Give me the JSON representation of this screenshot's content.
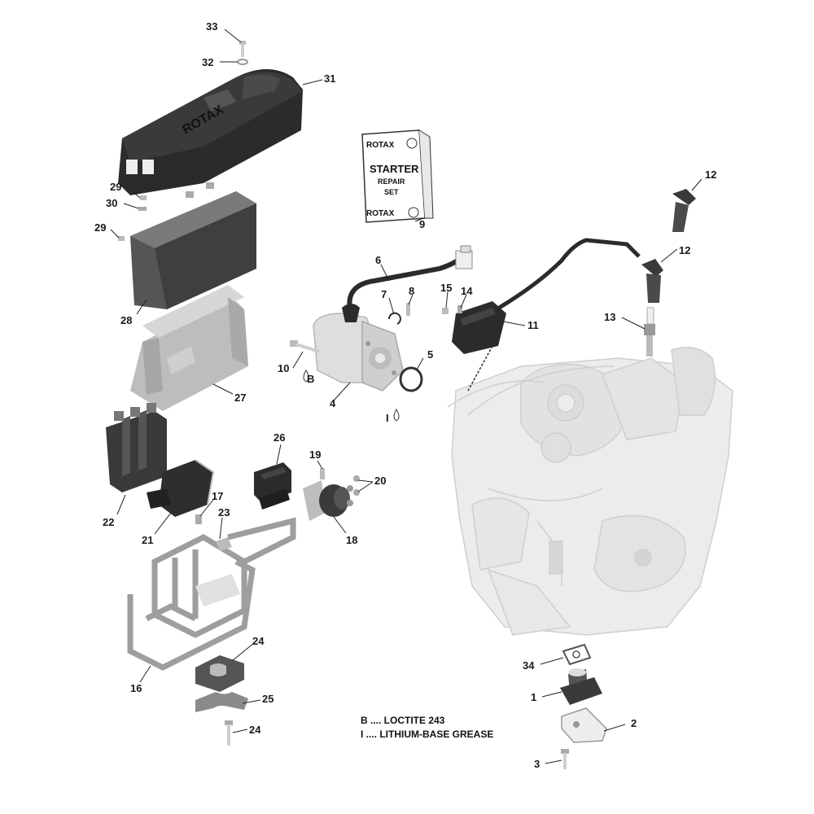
{
  "callouts": {
    "c1": "1",
    "c2": "2",
    "c3": "3",
    "c4": "4",
    "c5": "5",
    "c6": "6",
    "c7": "7",
    "c8": "8",
    "c9": "9",
    "c10": "10",
    "c11": "11",
    "c12a": "12",
    "c12b": "12",
    "c13": "13",
    "c14": "14",
    "c15": "15",
    "c16": "16",
    "c17": "17",
    "c18": "18",
    "c19": "19",
    "c20": "20",
    "c21": "21",
    "c22": "22",
    "c23": "23",
    "c24a": "24",
    "c24b": "24",
    "c25": "25",
    "c26": "26",
    "c27": "27",
    "c28": "28",
    "c29a": "29",
    "c29b": "29",
    "c30": "30",
    "c31": "31",
    "c32": "32",
    "c33": "33",
    "c34": "34",
    "tagB": "B",
    "tagI": "I"
  },
  "kit": {
    "brand_top": "ROTAX",
    "line1": "STARTER",
    "line2": "REPAIR",
    "line3": "SET",
    "brand_bottom": "ROTAX"
  },
  "cover_brand": "ROTAX",
  "legend": {
    "b": "B .... LOCTITE 243",
    "i": "I .... LITHIUM-BASE GREASE"
  },
  "colors": {
    "part_dark": "#2b2b2b",
    "part_gray": "#9a9a9a",
    "part_light": "#d8d8d8",
    "engine_faded": "#e6e6e6",
    "ink": "#1a1a1a"
  }
}
